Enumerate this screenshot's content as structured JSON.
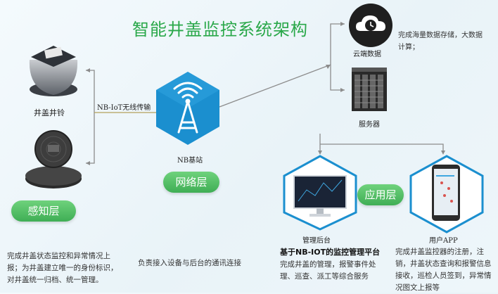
{
  "title": "智能井盖监控系统架构",
  "nodes": {
    "bell": {
      "caption": "井盖井铃"
    },
    "base_station": {
      "caption": "NB基站"
    },
    "cloud": {
      "caption": "云端数据"
    },
    "server": {
      "caption": "服务器"
    },
    "monitor": {
      "caption": "管理后台"
    },
    "phone": {
      "caption": "用户APP"
    }
  },
  "link_label": "NB-IoT无线传输",
  "layers": {
    "perception": "感知层",
    "network": "网络层",
    "application": "应用层"
  },
  "descriptions": {
    "cloud": "完成海量数据存储，大数据计算；",
    "perception": "完成井盖状态监控和异常情况上报；为井盖建立唯一的身份标识，对井盖统一归档、统一管理。",
    "network": "负责接入设备与后台的通讯连接",
    "platform_title": "基于NB-IOT的监控管理平台",
    "platform": "完成井盖的管理，报警事件处理、巡查、派工等综合服务",
    "app": "完成井盖监控器的注册，注销，井盖状态查询和报警信息接收，巡检人员签到，异常情况图文上报等"
  },
  "colors": {
    "title": "#2aa84a",
    "layer_pill": "#4cbc60",
    "hex": "#1b8fcf",
    "connector": "#8c8c8c"
  }
}
